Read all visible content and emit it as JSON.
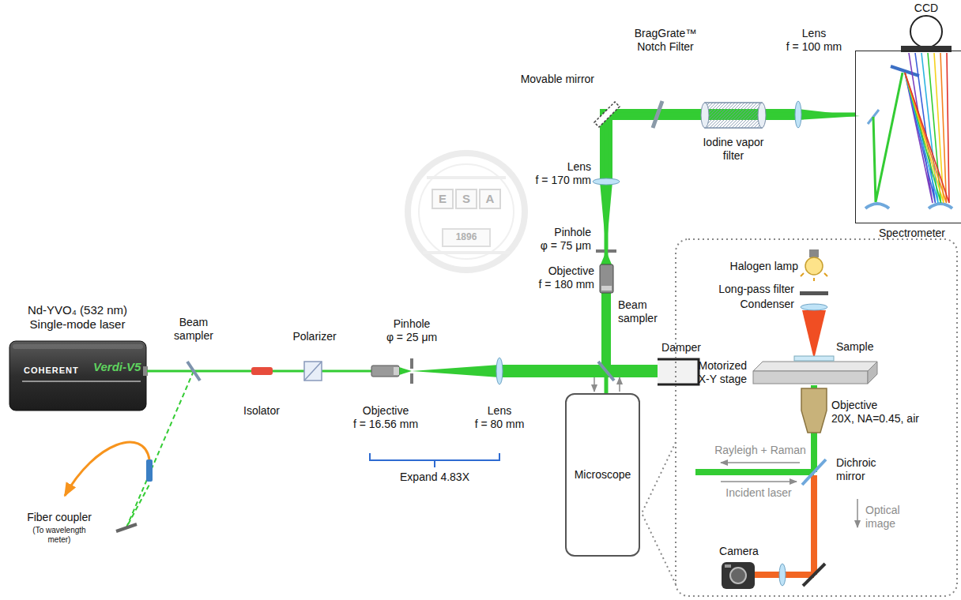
{
  "diagram": {
    "nodes": [
      {
        "text": [
          "Spectrometer"
        ]
      },
      {
        "text": [
          "Microscope"
        ]
      }
    ],
    "edges": [
      {
        "from": 1,
        "to": 0,
        "arrow": "none"
      }
    ],
    "labels": [
      "Nd-YVO₄ (532 nm) Single-mode laser",
      "COHERENT",
      "Verdi-V5",
      "Beam sampler",
      "Isolator",
      "Polarizer",
      "Objective f = 16.56 mm",
      "Pinhole φ = 25 μm",
      "Lens f = 80 mm",
      "Expand 4.83X",
      "Beam sampler",
      "Damper",
      "Fiber coupler",
      "(To wavelength meter)",
      "Objective f = 180 mm",
      "Pinhole φ = 75 μm",
      "Lens f = 170 mm",
      "Movable mirror",
      "BragGrate™ Notch Filter",
      "Iodine vapor filter",
      "Lens f = 100 mm",
      "CCD",
      "Halogen lamp",
      "Long-pass filter",
      "Condenser",
      "Sample",
      "Motorized X-Y stage",
      "Objective 20X, NA=0.45, air",
      "Rayleigh + Raman",
      "Incident laser",
      "Dichroic mirror",
      "Optical image",
      "Camera",
      "E",
      "S",
      "A",
      "1896"
    ]
  }
}
